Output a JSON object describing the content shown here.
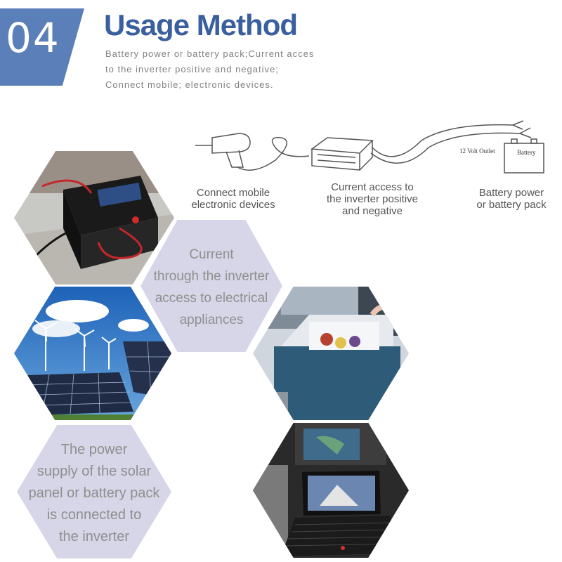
{
  "header": {
    "badge": "04",
    "title": "Usage Method",
    "subtitle_lines": [
      "Battery power or battery pack;Current acces",
      "to the inverter positive and negative;",
      "Connect mobile; electronic devices."
    ]
  },
  "diagram": {
    "caption_device_lines": [
      "Connect mobile",
      "electronic devices"
    ],
    "caption_inverter_lines": [
      "Current access to",
      "the inverter positive",
      "and negative"
    ],
    "caption_battery_lines": [
      "Battery power",
      "or battery pack"
    ],
    "outlet_label": "12 Volt Outlet",
    "battery_label": "Battery"
  },
  "hex_texts": {
    "current_lines": [
      "Current",
      "through the inverter",
      "access to electrical",
      "appliances"
    ],
    "solar_lines": [
      "The power",
      "supply of the solar",
      "panel or battery pack",
      "is connected to",
      "the inverter"
    ]
  },
  "colors": {
    "badge": "#5b7fb8",
    "title": "#3a5f9e",
    "hex_text_bg": "#d6d6e8",
    "hex_text": "#8f8f8f",
    "sky": "#2f74c4",
    "cooler": "#2e5c78"
  }
}
